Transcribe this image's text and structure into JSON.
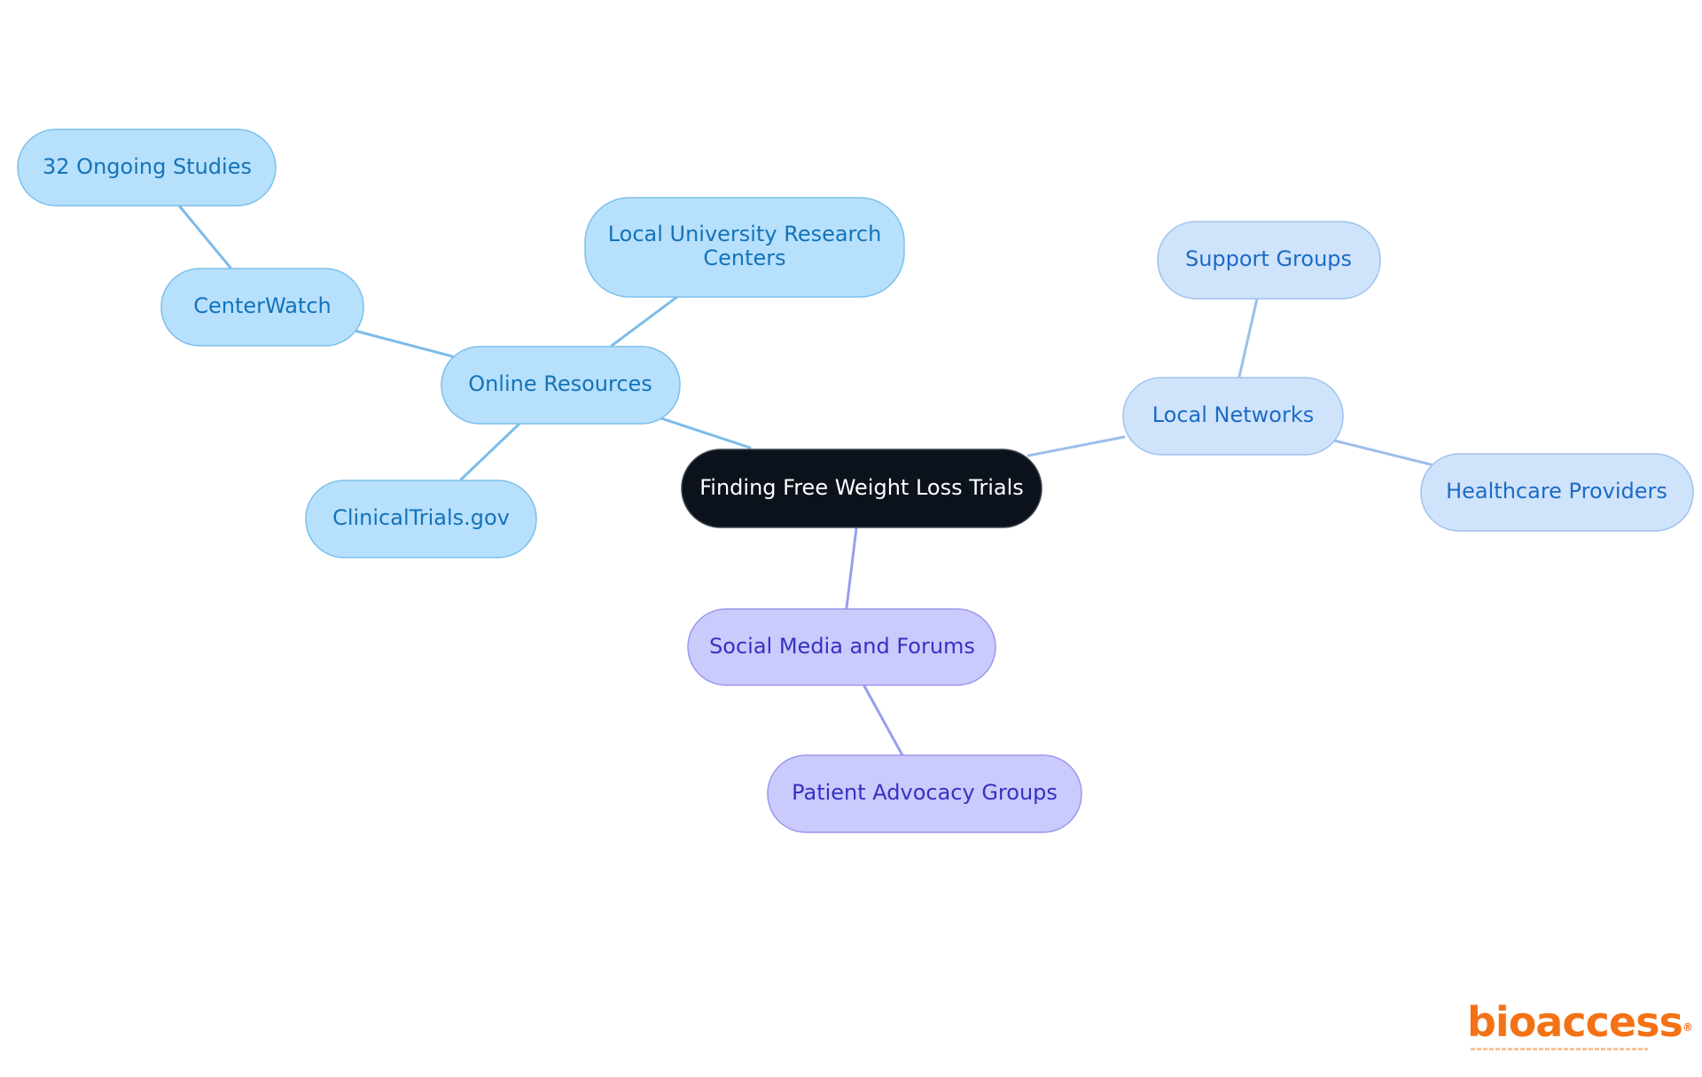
{
  "diagram": {
    "root": {
      "label": "Finding Free Weight Loss Trials"
    },
    "branches": {
      "online_resources": {
        "label": "Online Resources"
      },
      "centerwatch": {
        "label": "CenterWatch"
      },
      "ongoing_studies": {
        "label": "32 Ongoing Studies"
      },
      "university_centers": {
        "label_line1": "Local University Research",
        "label_line2": "Centers"
      },
      "clinicaltrials": {
        "label": "ClinicalTrials.gov"
      },
      "local_networks": {
        "label": "Local Networks"
      },
      "support_groups": {
        "label": "Support Groups"
      },
      "healthcare_providers": {
        "label": "Healthcare Providers"
      },
      "social_media": {
        "label": "Social Media and Forums"
      },
      "patient_advocacy": {
        "label": "Patient Advocacy Groups"
      }
    },
    "colors": {
      "root_fill": "#0b121b",
      "root_text": "#ffffff",
      "online_fill": "#b7e0fd",
      "online_stroke": "#7ebfe9",
      "online_text": "#1473b8",
      "online_edge": "#7cbce9",
      "local_fill": "#cfe3fb",
      "local_stroke": "#9fc2ee",
      "local_text": "#1c6bc4",
      "local_edge": "#9bbfea",
      "social_fill": "#cbcafd",
      "social_stroke": "#9b98ec",
      "social_text": "#3532c2",
      "social_edge": "#9a9ded"
    }
  },
  "logo": {
    "wordmark": "bioaccess",
    "registered": "®"
  }
}
